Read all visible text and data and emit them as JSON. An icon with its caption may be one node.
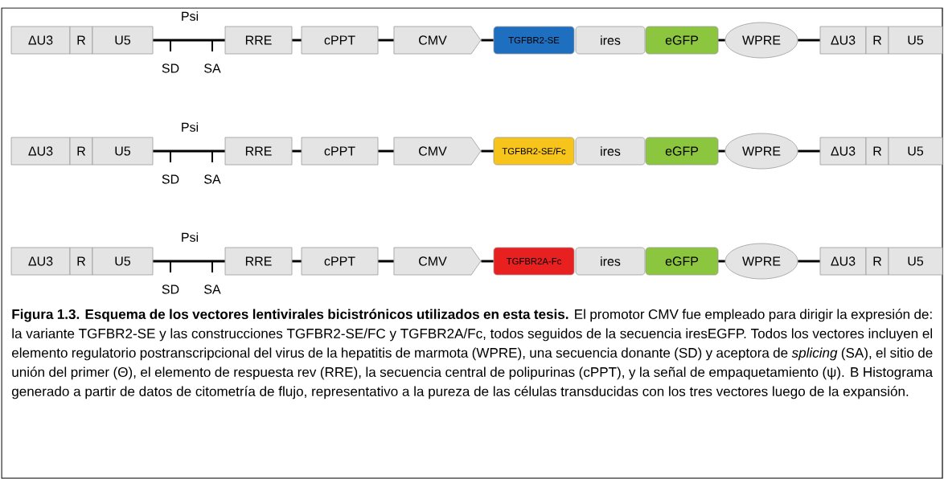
{
  "diagram": {
    "caption": "**Figura 1.3. Esquema de los vectores lentivirales bicistrónicos utilizados en esta tesis.** El promotor CMV fue empleado para dirigir la expresión de: la variante TGFBR2-SE y las construcciones TGFBR2-SE/FC y TGFBR2A/Fc, todos seguidos de la secuencia iresEGFP. Todos los vectores incluyen el elemento regulatorio postranscripcional del virus de la hepatitis de marmota (WPRE), una secuencia donante (SD) y aceptora de *splicing* (SA), el sitio de unión del primer (Θ), el elemento de respuesta rev (RRE), la secuencia central de polipurinas (cPPT), y la señal de empaquetamiento (ψ). B Histograma generado a partir de datos de citometría de flujo, representativo a la pureza de las células transducidas con los tres vectores luego de la expansión.",
    "nodes": [
      {
        "text": [
          "ΔU3"
        ]
      },
      {
        "text": [
          "R"
        ]
      },
      {
        "text": [
          "U5"
        ]
      },
      {
        "text": [
          "RRE"
        ]
      },
      {
        "text": [
          "cPPT"
        ]
      },
      {
        "text": [
          "CMV"
        ]
      },
      {
        "text": [
          "TGFBR2-SE"
        ]
      },
      {
        "text": [
          "ires"
        ]
      },
      {
        "text": [
          "eGFP"
        ]
      },
      {
        "text": [
          "WPRE"
        ]
      },
      {
        "text": [
          "ΔU3"
        ]
      },
      {
        "text": [
          "R"
        ]
      },
      {
        "text": [
          "U5"
        ]
      },
      {
        "text": [
          "ΔU3"
        ]
      },
      {
        "text": [
          "R"
        ]
      },
      {
        "text": [
          "U5"
        ]
      },
      {
        "text": [
          "RRE"
        ]
      },
      {
        "text": [
          "cPPT"
        ]
      },
      {
        "text": [
          "CMV"
        ]
      },
      {
        "text": [
          "TGFBR2-SE/Fc"
        ]
      },
      {
        "text": [
          "ires"
        ]
      },
      {
        "text": [
          "eGFP"
        ]
      },
      {
        "text": [
          "WPRE"
        ]
      },
      {
        "text": [
          "ΔU3"
        ]
      },
      {
        "text": [
          "R"
        ]
      },
      {
        "text": [
          "U5"
        ]
      },
      {
        "text": [
          "ΔU3"
        ]
      },
      {
        "text": [
          "R"
        ]
      },
      {
        "text": [
          "U5"
        ]
      },
      {
        "text": [
          "RRE"
        ]
      },
      {
        "text": [
          "cPPT"
        ]
      },
      {
        "text": [
          "CMV"
        ]
      },
      {
        "text": [
          "TGFBR2A-Fc"
        ]
      },
      {
        "text": [
          "ires"
        ]
      },
      {
        "text": [
          "eGFP"
        ]
      },
      {
        "text": [
          "WPRE"
        ]
      },
      {
        "text": [
          "ΔU3"
        ]
      },
      {
        "text": [
          "R"
        ]
      },
      {
        "text": [
          "U5"
        ]
      }
    ],
    "edges": [
      {
        "from": 2,
        "to": 3,
        "arrow": "none"
      },
      {
        "from": 3,
        "to": 4,
        "arrow": "none"
      },
      {
        "from": 4,
        "to": 5,
        "arrow": "none"
      },
      {
        "from": 5,
        "to": 6,
        "arrow": "none"
      },
      {
        "from": 8,
        "to": 9,
        "arrow": "none"
      },
      {
        "from": 9,
        "to": 10,
        "arrow": "none"
      },
      {
        "from": 15,
        "to": 16,
        "arrow": "none"
      },
      {
        "from": 16,
        "to": 17,
        "arrow": "none"
      },
      {
        "from": 17,
        "to": 18,
        "arrow": "none"
      },
      {
        "from": 18,
        "to": 19,
        "arrow": "none"
      },
      {
        "from": 21,
        "to": 22,
        "arrow": "none"
      },
      {
        "from": 22,
        "to": 23,
        "arrow": "none"
      },
      {
        "from": 28,
        "to": 29,
        "arrow": "none"
      },
      {
        "from": 29,
        "to": 30,
        "arrow": "none"
      },
      {
        "from": 30,
        "to": 31,
        "arrow": "none"
      },
      {
        "from": 31,
        "to": 32,
        "arrow": "none"
      },
      {
        "from": 34,
        "to": 35,
        "arrow": "none"
      },
      {
        "from": 35,
        "to": 36,
        "arrow": "none"
      }
    ],
    "labels": [
      "Psi",
      "SD",
      "SA",
      "Psi",
      "SD",
      "SA",
      "Psi",
      "SD",
      "SA"
    ]
  }
}
